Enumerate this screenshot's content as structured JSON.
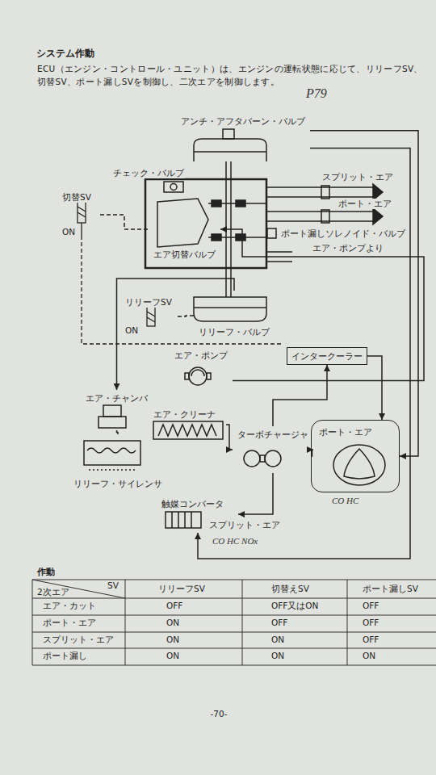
{
  "diagram": {
    "title": "システム作動",
    "nodes": [
      {
        "text": [
          "アンチ・アフタバーン・バルブ"
        ]
      },
      {
        "text": [
          "チェック・バルブ"
        ]
      },
      {
        "text": [
          "エア切替バルブ"
        ]
      },
      {
        "text": [
          "リリーフ・バルブ"
        ]
      },
      {
        "text": [
          "切替SV",
          "ON"
        ]
      },
      {
        "text": [
          "リリーフSV",
          "ON"
        ]
      },
      {
        "text": [
          "ポート漏しソレノイド・バルブ"
        ]
      },
      {
        "text": [
          "エア・ポンプ"
        ]
      },
      {
        "text": [
          "インタークーラー"
        ]
      },
      {
        "text": [
          "エア・チャンバ"
        ]
      },
      {
        "text": [
          "エア・クリーナ"
        ]
      },
      {
        "text": [
          "ターボチャージャ"
        ]
      },
      {
        "text": [
          "リリーフ・サイレンサ"
        ]
      },
      {
        "text": [
          "ポート・エア"
        ]
      },
      {
        "text": [
          "触媒コンバータ"
        ]
      }
    ],
    "edges": [
      {
        "from": 4,
        "to": 2,
        "arrow": "none"
      },
      {
        "from": 5,
        "to": 3,
        "arrow": "none"
      },
      {
        "from": 7,
        "to": 2,
        "arrow": "to"
      },
      {
        "from": 3,
        "to": 9,
        "arrow": "to"
      },
      {
        "from": 9,
        "to": 12,
        "arrow": "none"
      },
      {
        "from": 10,
        "to": 11,
        "arrow": "to"
      },
      {
        "from": 11,
        "to": 8,
        "arrow": "to"
      },
      {
        "from": 8,
        "to": 13,
        "arrow": "to"
      },
      {
        "from": 13,
        "to": 11,
        "arrow": "to"
      },
      {
        "from": 11,
        "to": 14,
        "arrow": "to"
      },
      {
        "from": 0,
        "to": 13,
        "arrow": "to"
      },
      {
        "from": 0,
        "to": 14,
        "arrow": "to"
      }
    ],
    "labels": [
      "ECU（エンジン・コントロール・ユニット）は、エンジンの運転状態に応じて、リリーフSV、切替SV、ポート漏しSVを制御し、二次エアを制御します。",
      "P79",
      "スプリット・エア",
      "ポート・エア",
      "エア・ポンプより",
      "CO HC",
      "スプリット・エア",
      "CO HC NOx",
      "作動",
      "SV",
      "2次エア",
      "リリーフSV",
      "切替えSV",
      "ポート漏しSV",
      "エア・カット",
      "OFF",
      "OFF又はON",
      "OFF",
      "ポート・エア",
      "ON",
      "OFF",
      "OFF",
      "スプリット・エア",
      "ON",
      "ON",
      "OFF",
      "ポート漏し",
      "ON",
      "ON",
      "ON",
      "-70-"
    ]
  }
}
